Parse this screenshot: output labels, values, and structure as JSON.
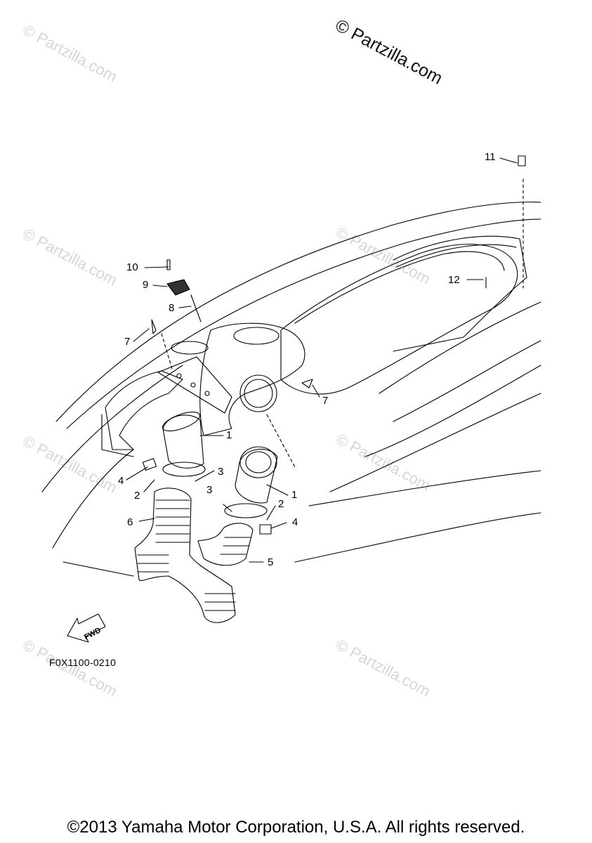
{
  "watermark": {
    "main": "© Partzilla.com",
    "faint": "© Partzilla.com"
  },
  "callouts": {
    "c1a": "1",
    "c1b": "1",
    "c2a": "2",
    "c2b": "2",
    "c3a": "3",
    "c3b": "3",
    "c4a": "4",
    "c4b": "4",
    "c5": "5",
    "c6": "6",
    "c7a": "7",
    "c7b": "7",
    "c8": "8",
    "c9": "9",
    "c10": "10",
    "c11": "11",
    "c12": "12"
  },
  "fwd_label": "FWD",
  "diagram_code": "F0X1100-0210",
  "copyright": "©2013 Yamaha Motor Corporation, U.S.A. All rights reserved.",
  "colors": {
    "line": "#000000",
    "watermark": "#d6d6d6"
  }
}
